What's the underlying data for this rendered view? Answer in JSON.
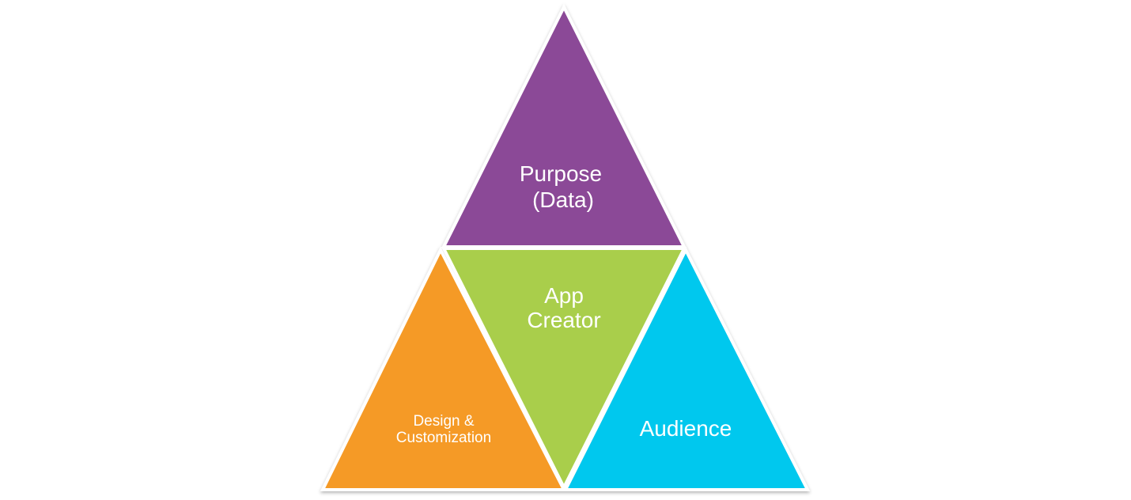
{
  "diagram": {
    "segments": [
      {
        "id": "purpose",
        "lines": [
          "Purpose",
          "(Data)"
        ],
        "color": "#8B4A97"
      },
      {
        "id": "app-creator",
        "lines": [
          "App",
          "Creator"
        ],
        "color": "#A9CE4B"
      },
      {
        "id": "design",
        "lines": [
          "Design &",
          "Customization"
        ],
        "color": "#F59A28"
      },
      {
        "id": "audience",
        "lines": [
          "Audience"
        ],
        "color": "#05C8EE"
      }
    ]
  }
}
